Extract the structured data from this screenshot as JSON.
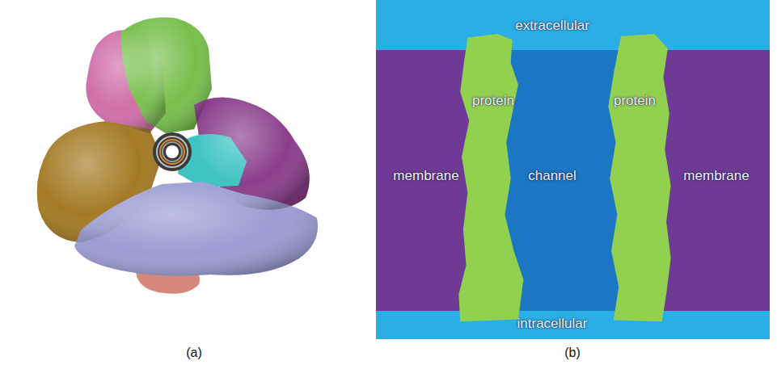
{
  "diagram": {
    "nodes": [
      {
        "text": [
          "extracellular"
        ]
      },
      {
        "text": [
          "protein"
        ]
      },
      {
        "text": [
          "protein"
        ]
      },
      {
        "text": [
          "membrane"
        ]
      },
      {
        "text": [
          "channel"
        ]
      },
      {
        "text": [
          "membrane"
        ]
      },
      {
        "text": [
          "intracellular"
        ]
      }
    ],
    "labels": [
      "(a)",
      "(b)"
    ]
  }
}
